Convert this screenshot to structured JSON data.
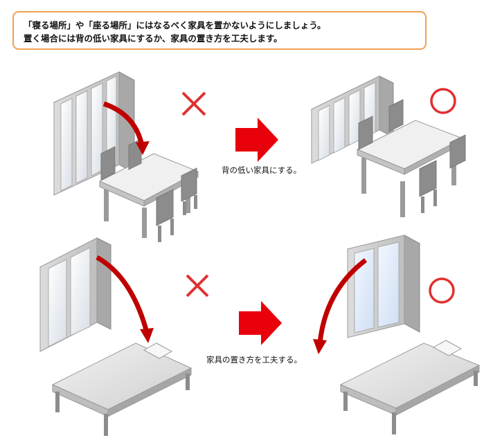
{
  "notice": {
    "line1": "「寝る場所」や「座る場所」にはなるべく家具を置かないようにしましょう。",
    "line2": "置く場合には背の低い家具にするか、家具の置き方を工夫します。"
  },
  "captions": {
    "dining_fix": "背の低い家具にする。",
    "bed_fix": "家具の置き方を工夫する。"
  },
  "colors": {
    "notice_border": "#f0a050",
    "bad_mark": "#e03030",
    "good_mark": "#e03030",
    "arrow": "#e8000b",
    "fall_arrow": "#c00000"
  },
  "icons": {
    "bad": "cross-icon",
    "good": "circle-icon",
    "transition": "right-arrow-icon"
  }
}
